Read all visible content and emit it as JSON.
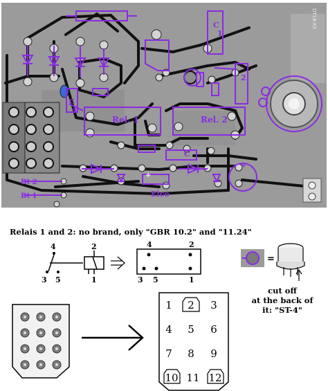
{
  "photo": {
    "labels": {
      "c1": "C\n1",
      "c4": "C\n4",
      "rel1": "Rel. 1",
      "rel2": "Rel. 2",
      "c_bottom": "C",
      "elco": "Elco",
      "bt2": "Bt 2",
      "bt1": "Bt 1",
      "num2": "2",
      "board_mark": "DT18-X3"
    },
    "colors": {
      "board": "#9a9a9a",
      "trace": "#101010",
      "annotation": "#8a2be2",
      "solder": "#c8c8c8"
    }
  },
  "relay_note": {
    "title": "Relais 1 and 2:  no brand, only \"GBR  10.2\" and \"11.24\""
  },
  "relay_schematic": {
    "pins": [
      "4",
      "2",
      "3",
      "5",
      "1"
    ],
    "footprint_pins": [
      "4",
      "2",
      "3",
      "5",
      "1"
    ],
    "arrow_icon": "double-arrow-icon"
  },
  "transistor": {
    "equals": "=",
    "caption": [
      "cut off",
      "at the back of",
      "it: \"ST-4\""
    ]
  },
  "connector": {
    "arrow_icon": "arrow-right-icon",
    "grid": [
      [
        "1",
        "2",
        "3"
      ],
      [
        "4",
        "5",
        "6"
      ],
      [
        "7",
        "8",
        "9"
      ],
      [
        "10",
        "11",
        "12"
      ]
    ],
    "boxed": [
      "2",
      "10",
      "12"
    ]
  }
}
